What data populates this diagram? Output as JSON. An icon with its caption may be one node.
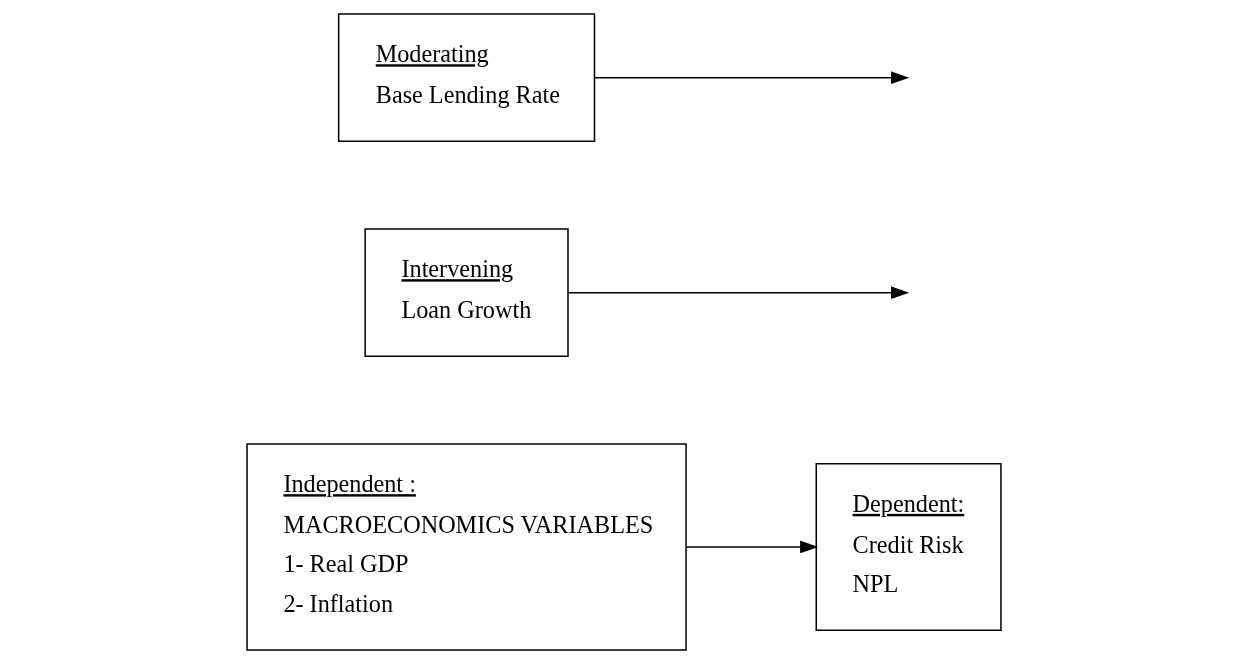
{
  "diagram": {
    "nodes": [
      {
        "text": [
          "Independent :",
          "MACROECONOMICS VARIABLES",
          "1- Real GDP",
          "2- Inflation"
        ]
      },
      {
        "text": [
          "Intervening",
          "Loan Growth"
        ]
      },
      {
        "text": [
          "Moderating",
          "Base Lending Rate"
        ]
      },
      {
        "text": [
          "Dependent:",
          "Credit Risk",
          "NPL"
        ]
      }
    ],
    "edges": [
      {
        "from": 0,
        "to": 3,
        "arrow": "to"
      },
      {
        "from": 1,
        "to": null,
        "arrow": "to"
      },
      {
        "from": 2,
        "to": null,
        "arrow": "to"
      }
    ]
  }
}
